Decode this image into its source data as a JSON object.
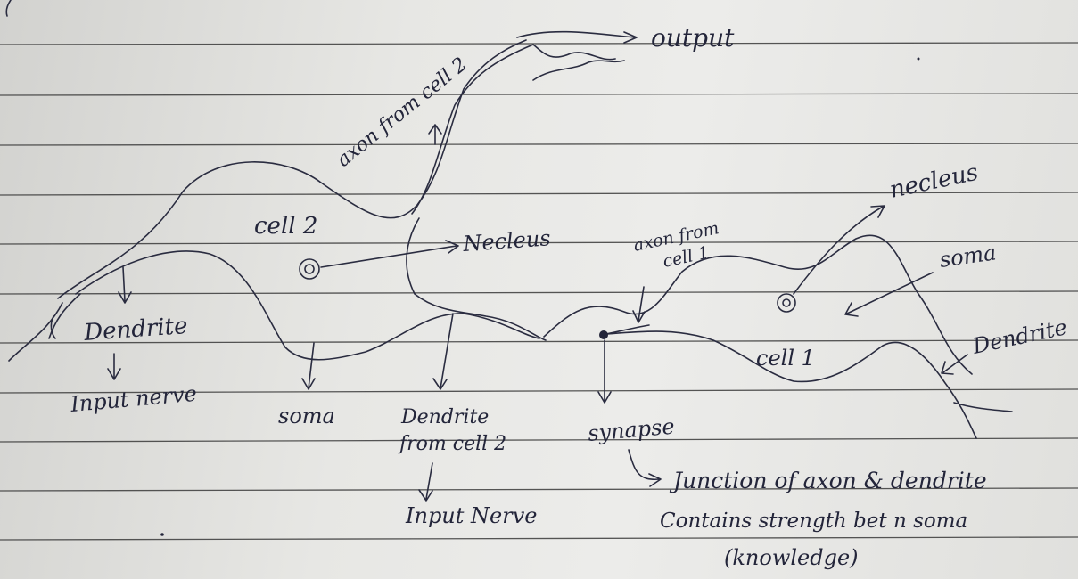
{
  "labels": {
    "output": "output",
    "axon_from_cell2": "axon from cell 2",
    "cell2": "cell 2",
    "nucleus_cell2": "Necleus",
    "axon_from_cell1_line1": "axon from",
    "axon_from_cell1_line2": "cell 1",
    "nucleus_cell1": "necleus",
    "soma_cell1": "soma",
    "dendrite_left": "Dendrite",
    "input_nerve_left": "Input nerve",
    "soma_cell2": "soma",
    "dendrite_from_cell2_line1": "Dendrite",
    "dendrite_from_cell2_line2": "from cell 2",
    "input_nerve_bottom": "Input Nerve",
    "synapse": "synapse",
    "cell1": "cell 1",
    "dendrite_right": "Dendrite",
    "junction_line1": "Junction of axon & dendrite",
    "junction_line2": "Contains strength bet n soma",
    "junction_line3": "(knowledge)"
  }
}
